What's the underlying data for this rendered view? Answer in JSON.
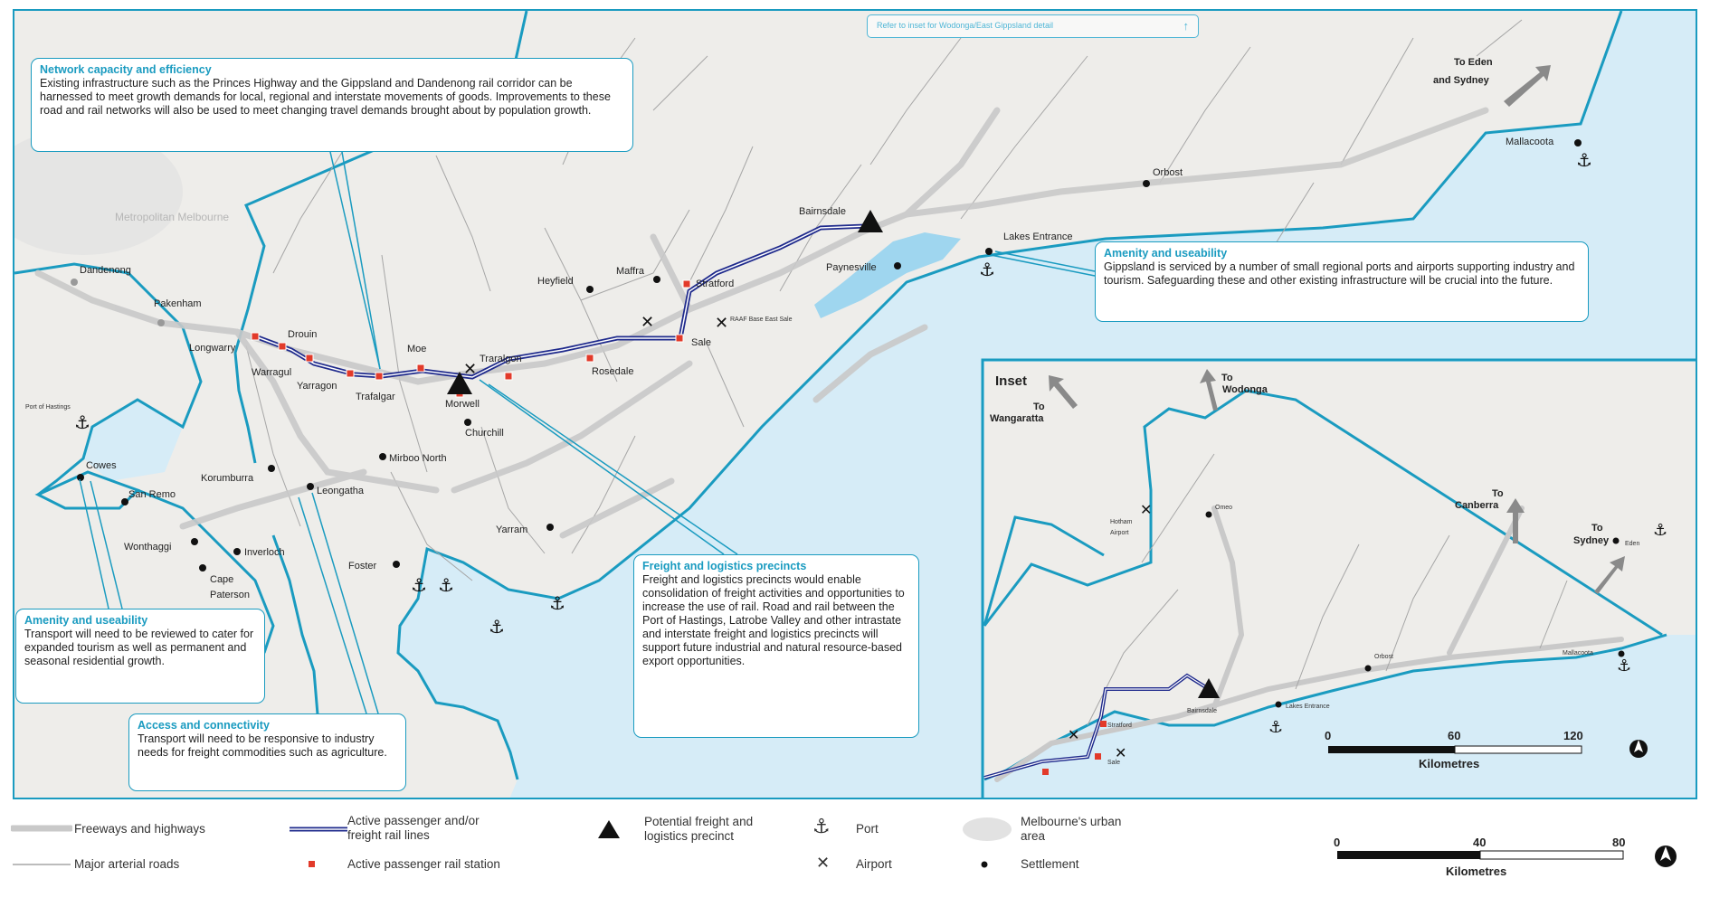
{
  "top_link": {
    "text": "Refer to inset for Wodonga/East Gippsland detail",
    "arrow": "↑"
  },
  "callouts": {
    "network": {
      "title": "Network capacity and efficiency",
      "body": "Existing infrastructure such as the Princes Highway and the Gippsland and Dandenong rail corridor can be harnessed to meet growth demands for local, regional and interstate movements of goods. Improvements to these road and rail networks will also be used to meet changing travel demands brought about by population growth."
    },
    "amenity_east": {
      "title": "Amenity and useability",
      "body": "Gippsland is serviced by a number of small regional ports and airports supporting industry and tourism. Safeguarding these and other existing infrastructure will be crucial into the future."
    },
    "freight": {
      "title": "Freight and logistics precincts",
      "body": "Freight and logistics precincts would enable consolidation of freight activities and opportunities to increase the use of rail. Road and rail between the Port of Hastings, Latrobe Valley and other intrastate and interstate freight and logistics precincts will support future industrial and natural resource-based export opportunities."
    },
    "amenity_west": {
      "title": "Amenity and useability",
      "body": "Transport will need to be reviewed to cater for expanded tourism as well as permanent and seasonal residential growth."
    },
    "access": {
      "title": "Access and connectivity",
      "body": "Transport will need to be responsive to industry needs for freight commodities such as agriculture."
    }
  },
  "place_labels": {
    "metro": "Metropolitan Melbourne",
    "dandenong": "Dandenong",
    "pakenham": "Pakenham",
    "longwarry": "Longwarry",
    "drouin": "Drouin",
    "warragul": "Warragul",
    "yarragon": "Yarragon",
    "trafalgar": "Trafalgar",
    "moe": "Moe",
    "traralgon": "Traralgon",
    "morwell": "Morwell",
    "churchill": "Churchill",
    "rosedale": "Rosedale",
    "heyfield": "Heyfield",
    "maffra": "Maffra",
    "stratford": "Stratford",
    "sale": "Sale",
    "raaf": "RAAF Base East Sale",
    "bairnsdale": "Bairnsdale",
    "paynesville": "Paynesville",
    "lakes_entrance": "Lakes Entrance",
    "orbost": "Orbost",
    "mallacoota": "Mallacoota",
    "to_eden": "To Eden",
    "and_sydney": "and Sydney",
    "port_of_hastings": "Port of Hastings",
    "cowes": "Cowes",
    "san_remo": "San Remo",
    "wonthaggi": "Wonthaggi",
    "inverloch": "Inverloch",
    "cape_paterson_1": "Cape",
    "cape_paterson_2": "Paterson",
    "korumburra": "Korumburra",
    "leongatha": "Leongatha",
    "mirboo_north": "Mirboo North",
    "foster": "Foster",
    "yarram": "Yarram"
  },
  "inset": {
    "title": "Inset",
    "to": "To",
    "wangaratta": "Wangaratta",
    "wodonga": "Wodonga",
    "canberra": "Canberra",
    "sydney": "Sydney",
    "eden": "Eden",
    "omeo": "Omeo",
    "hotham_1": "Hotham",
    "hotham_2": "Airport",
    "orbost": "Orbost",
    "mallacoota": "Mallacoota",
    "lakes_entrance": "Lakes Entrance",
    "bairnsdale": "Bairnsdale",
    "stratford": "Stratford",
    "sale": "Sale",
    "scale": {
      "ticks": [
        "0",
        "60",
        "120"
      ],
      "unit": "Kilometres"
    }
  },
  "main_scale": {
    "ticks": [
      "0",
      "40",
      "80"
    ],
    "unit": "Kilometres"
  },
  "legend": {
    "freeways": "Freeways and highways",
    "arterial": "Major arterial roads",
    "rail_1": "Active passenger and/or",
    "rail_2": "freight rail lines",
    "station": "Active passenger rail station",
    "precinct_1": "Potential freight and",
    "precinct_2": "logistics precinct",
    "port": "Port",
    "airport": "Airport",
    "urban_1": "Melbourne's urban",
    "urban_2": "area",
    "settlement": "Settlement"
  },
  "colors": {
    "sea": "#d6ecf7",
    "land": "#eeedea",
    "coast": "#1a9bc0",
    "highway": "#c9c9c9",
    "rail": "#1f2a8c",
    "station": "#e23a2a",
    "callout_title": "#1a9bc0"
  },
  "icons": {
    "port": "anchor-icon",
    "airport": "airport-icon",
    "precinct": "triangle-icon",
    "north": "north-arrow-icon"
  }
}
